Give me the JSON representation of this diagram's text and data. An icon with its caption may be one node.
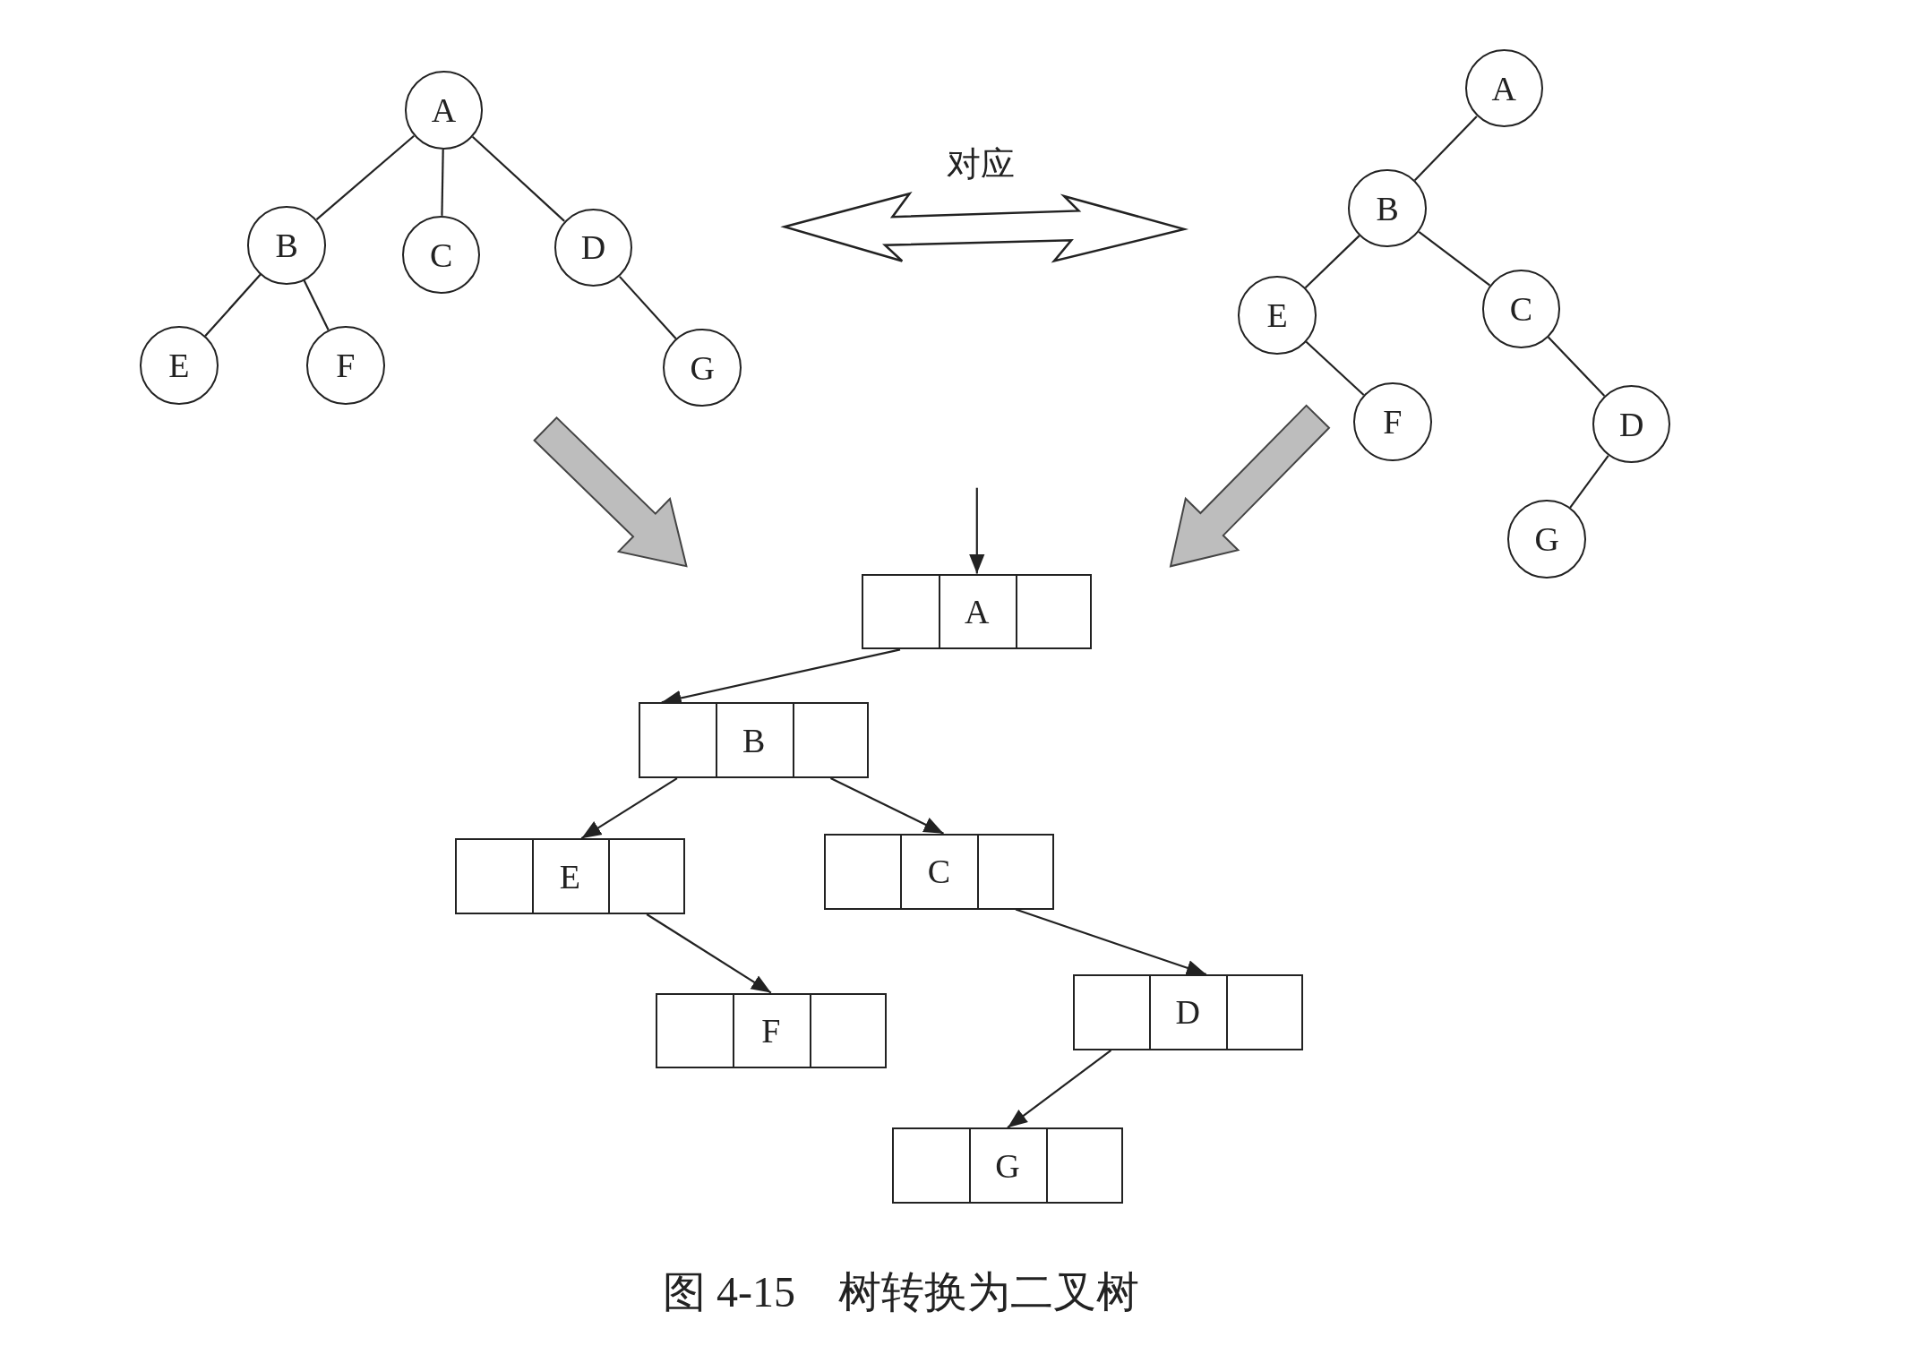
{
  "diagram": {
    "caption": "图 4-15　树转换为二叉树",
    "nodes": [
      {
        "text": [
          "A"
        ]
      },
      {
        "text": [
          "B"
        ]
      },
      {
        "text": [
          "C"
        ]
      },
      {
        "text": [
          "D"
        ]
      },
      {
        "text": [
          "E"
        ]
      },
      {
        "text": [
          "F"
        ]
      },
      {
        "text": [
          "G"
        ]
      },
      {
        "text": [
          "A"
        ]
      },
      {
        "text": [
          "B"
        ]
      },
      {
        "text": [
          "E"
        ]
      },
      {
        "text": [
          "C"
        ]
      },
      {
        "text": [
          "F"
        ]
      },
      {
        "text": [
          "D"
        ]
      },
      {
        "text": [
          "G"
        ]
      },
      {
        "text": [
          "A"
        ]
      },
      {
        "text": [
          "B"
        ]
      },
      {
        "text": [
          "E"
        ]
      },
      {
        "text": [
          "C"
        ]
      },
      {
        "text": [
          "F"
        ]
      },
      {
        "text": [
          "D"
        ]
      },
      {
        "text": [
          "G"
        ]
      }
    ],
    "edges": [
      {
        "from": 0,
        "to": 1,
        "arrow": "none"
      },
      {
        "from": 0,
        "to": 2,
        "arrow": "none"
      },
      {
        "from": 0,
        "to": 3,
        "arrow": "none"
      },
      {
        "from": 1,
        "to": 4,
        "arrow": "none"
      },
      {
        "from": 1,
        "to": 5,
        "arrow": "none"
      },
      {
        "from": 3,
        "to": 6,
        "arrow": "none"
      },
      {
        "from": 7,
        "to": 8,
        "arrow": "none"
      },
      {
        "from": 8,
        "to": 9,
        "arrow": "none"
      },
      {
        "from": 8,
        "to": 10,
        "arrow": "none"
      },
      {
        "from": 9,
        "to": 11,
        "arrow": "none"
      },
      {
        "from": 10,
        "to": 12,
        "arrow": "none"
      },
      {
        "from": 12,
        "to": 13,
        "arrow": "none"
      },
      {
        "from": null,
        "to": 14,
        "arrow": "to"
      },
      {
        "from": 14,
        "to": 15,
        "arrow": "to"
      },
      {
        "from": 15,
        "to": 16,
        "arrow": "to"
      },
      {
        "from": 15,
        "to": 17,
        "arrow": "to"
      },
      {
        "from": 16,
        "to": 18,
        "arrow": "to"
      },
      {
        "from": 17,
        "to": 19,
        "arrow": "to"
      },
      {
        "from": 19,
        "to": 20,
        "arrow": "to"
      }
    ],
    "labels": [
      "对应"
    ]
  }
}
